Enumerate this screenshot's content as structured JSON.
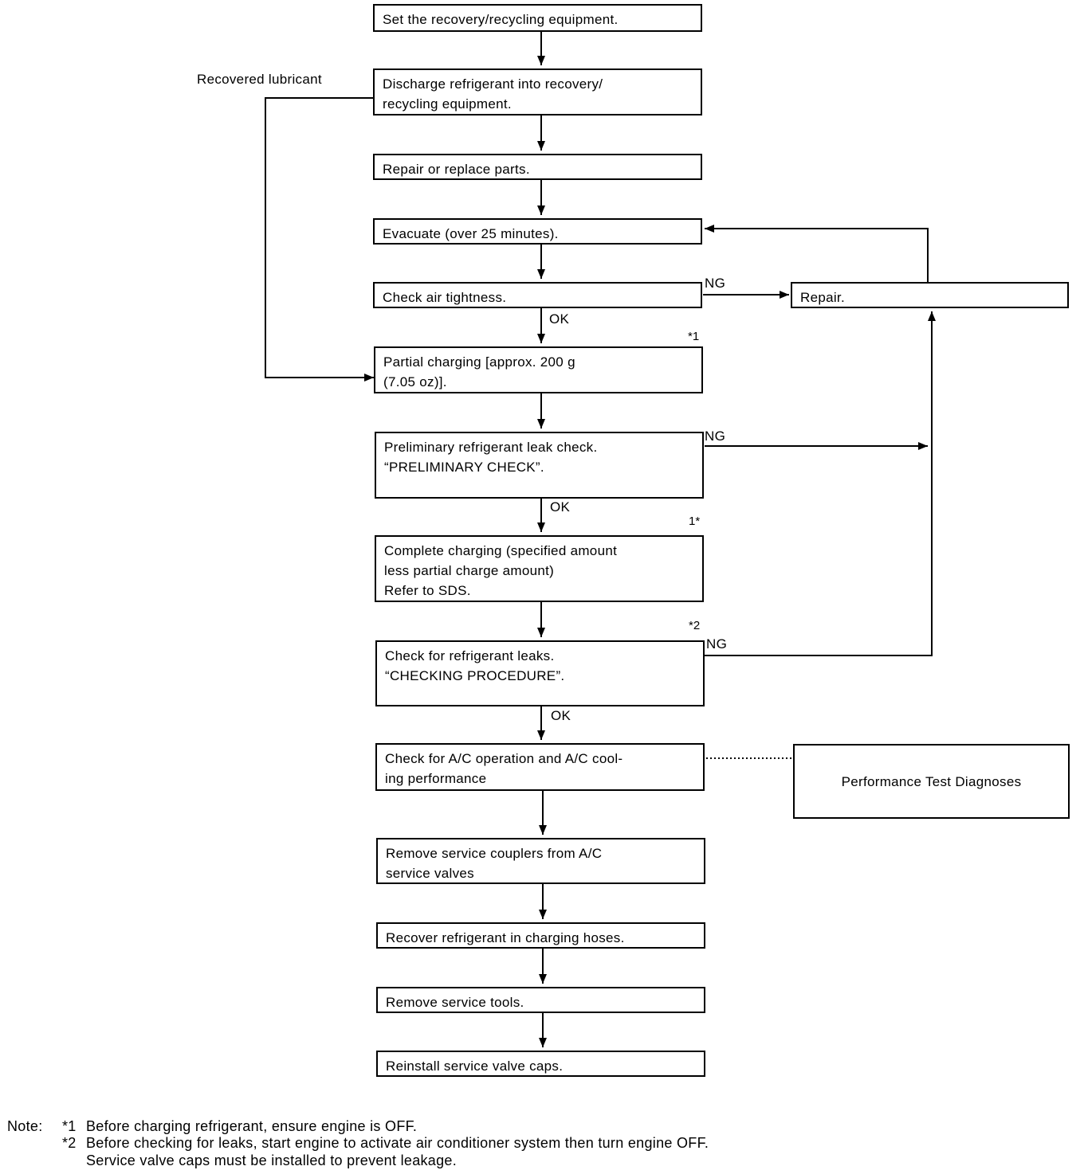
{
  "steps": {
    "s1": [
      "Set the recovery/recycling equipment."
    ],
    "s2": [
      "Discharge refrigerant into recovery/",
      "recycling equipment."
    ],
    "s3": [
      "Repair or replace parts."
    ],
    "s4": [
      "Evacuate (over 25 minutes)."
    ],
    "s5": [
      "Check air tightness."
    ],
    "s6": [
      "Partial charging [approx. 200 g",
      "(7.05 oz)]."
    ],
    "s7": [
      "Preliminary refrigerant leak check.",
      "“PRELIMINARY CHECK”."
    ],
    "s8": [
      "Complete charging (specified amount",
      "less partial charge amount)",
      "Refer to SDS."
    ],
    "s9": [
      "Check for refrigerant leaks.",
      "“CHECKING PROCEDURE”."
    ],
    "s10": [
      "Check for A/C operation and A/C cool-",
      "ing performance"
    ],
    "s11": [
      "Remove service couplers from A/C",
      "service valves"
    ],
    "s12": [
      "Recover refrigerant in charging hoses."
    ],
    "s13": [
      "Remove service tools."
    ],
    "s14": [
      "Reinstall service valve caps."
    ]
  },
  "side_boxes": {
    "repair": "Repair.",
    "performance": "Performance Test Diagnoses"
  },
  "labels": {
    "recovered_lubricant": "Recovered lubricant",
    "ng": "NG",
    "ok": "OK",
    "mark_star1": "*1",
    "mark_1star": "1*",
    "mark_star2": "*2"
  },
  "notes": {
    "prefix": "Note:",
    "n1_mark": "*1",
    "n1_text": "Before charging refrigerant, ensure engine is OFF.",
    "n2_mark": "*2",
    "n2_text": "Before checking for leaks, start engine to activate air conditioner system then turn engine OFF.",
    "n2_text_cont": "Service valve caps must be installed to prevent leakage."
  }
}
